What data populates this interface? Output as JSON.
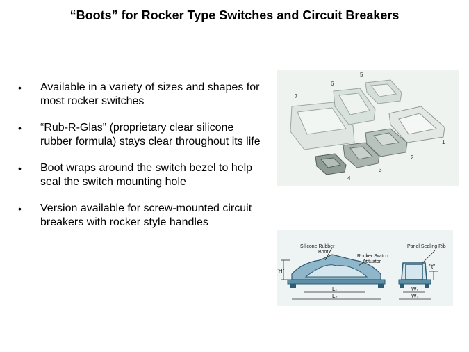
{
  "slide": {
    "title": "“Boots” for Rocker Type Switches and Circuit Breakers",
    "bullets": [
      "Available in a variety of sizes and shapes for most rocker switches",
      "“Rub-R-Glas” (proprietary clear silicone rubber formula) stays clear throughout its life",
      "Boot wraps around the switch bezel to help seal the switch mounting hole",
      "Version available for screw-mounted circuit breakers with rocker style handles"
    ]
  },
  "photo": {
    "labels": [
      "1",
      "2",
      "3",
      "4",
      "5",
      "6",
      "7"
    ]
  },
  "diagram": {
    "silicone_boot": "Silicone Rubber",
    "silicone_boot_2": "Boot",
    "actuator": "Rocker Switch",
    "actuator_2": "Actuator",
    "panel_rib": "Panel Sealing Rib",
    "h": "\"H\"",
    "t": "\"t\"",
    "l1": "L₁",
    "l2": "L₂",
    "w1": "W₁",
    "w2": "W₂"
  }
}
